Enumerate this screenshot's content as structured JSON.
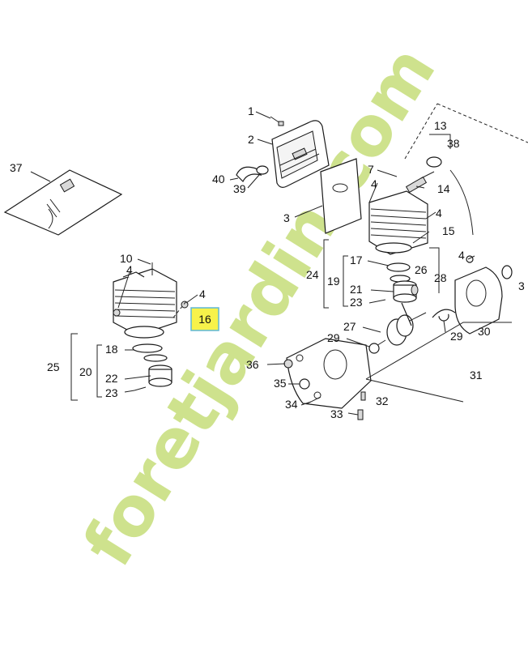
{
  "watermark": {
    "text": "foretjardin.com",
    "color_green": "#c6de7a",
    "color_orange": "#f3b98a",
    "color_gray": "#c8c2b6"
  },
  "highlight": {
    "label": "16",
    "fill": "#f7f24a",
    "border": "#5fb7d6"
  },
  "callouts": {
    "c1": "1",
    "c2": "2",
    "c3": "3",
    "c4a": "4",
    "c4b": "4",
    "c4c": "4",
    "c4d": "4",
    "c7": "7",
    "c10": "10",
    "c13": "13",
    "c14": "14",
    "c15": "15",
    "c17": "17",
    "c18": "18",
    "c19": "19",
    "c20": "20",
    "c21": "21",
    "c22": "22",
    "c23a": "23",
    "c23b": "23",
    "c24": "24",
    "c25": "25",
    "c26": "26",
    "c27": "27",
    "c28": "28",
    "c29a": "29",
    "c29b": "29",
    "c30": "30",
    "c31": "31",
    "c32": "32",
    "c33": "33",
    "c34": "34",
    "c35": "35",
    "c36": "36",
    "c37": "37",
    "c38": "38",
    "c39": "39",
    "c40": "40",
    "c3b": "3"
  }
}
